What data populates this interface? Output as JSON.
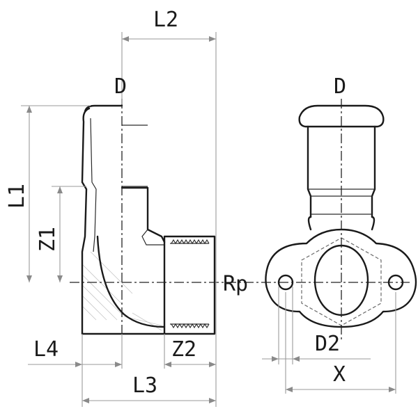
{
  "labels": {
    "l2": "L2",
    "d_left": "D",
    "d_right": "D",
    "l1": "L1",
    "z1": "Z1",
    "rp": "Rp",
    "l4": "L4",
    "z2": "Z2",
    "l3": "L3",
    "d2": "D2",
    "x": "X"
  }
}
